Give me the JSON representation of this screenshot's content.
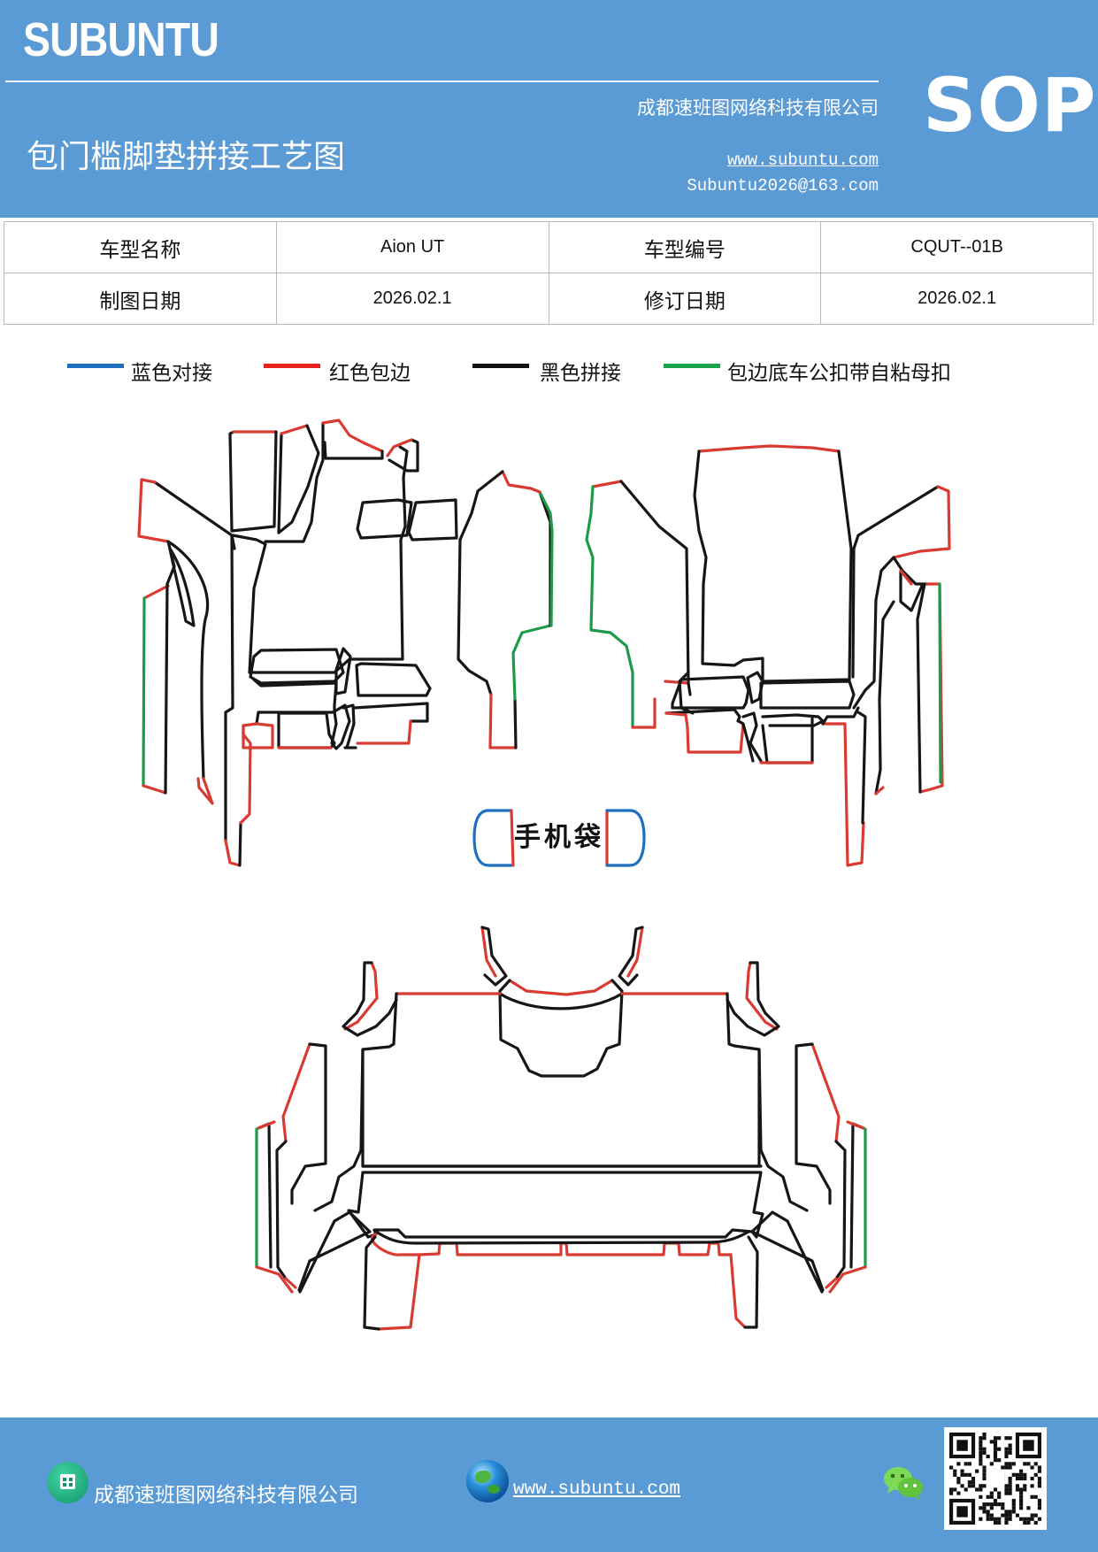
{
  "header": {
    "logo": "SUBUNTU",
    "company": "成都速班图网络科技有限公司",
    "title": "包门槛脚垫拼接工艺图",
    "website": "www.subuntu.com",
    "email": "Subuntu2026@163.com",
    "badge": "SOP",
    "bg_color": "#5b9bd5"
  },
  "info": {
    "rows": [
      [
        "车型名称",
        "Aion UT",
        "车型编号",
        "CQUT--01B"
      ],
      [
        "制图日期",
        "2026.02.1",
        "修订日期",
        "2026.02.1"
      ]
    ]
  },
  "legend": [
    {
      "label": "蓝色对接",
      "color": "#1f6fbf"
    },
    {
      "label": "红色包边",
      "color": "#e8221c"
    },
    {
      "label": "黑色拼接",
      "color": "#111111"
    },
    {
      "label": "包边底车公扣带自粘母扣",
      "color": "#16a34a"
    }
  ],
  "diagram": {
    "phone_bag_label": "手机袋",
    "colors": {
      "blue": "#1f6fbf",
      "red": "#d93a32",
      "black": "#161616",
      "green": "#1d9a4a"
    }
  },
  "footer": {
    "company": "成都速班图网络科技有限公司",
    "website": "www.subuntu.com",
    "company_icon": "building-icon",
    "website_icon": "globe-icon",
    "wechat_icon": "wechat-icon",
    "qr_icon": "qr-code"
  }
}
